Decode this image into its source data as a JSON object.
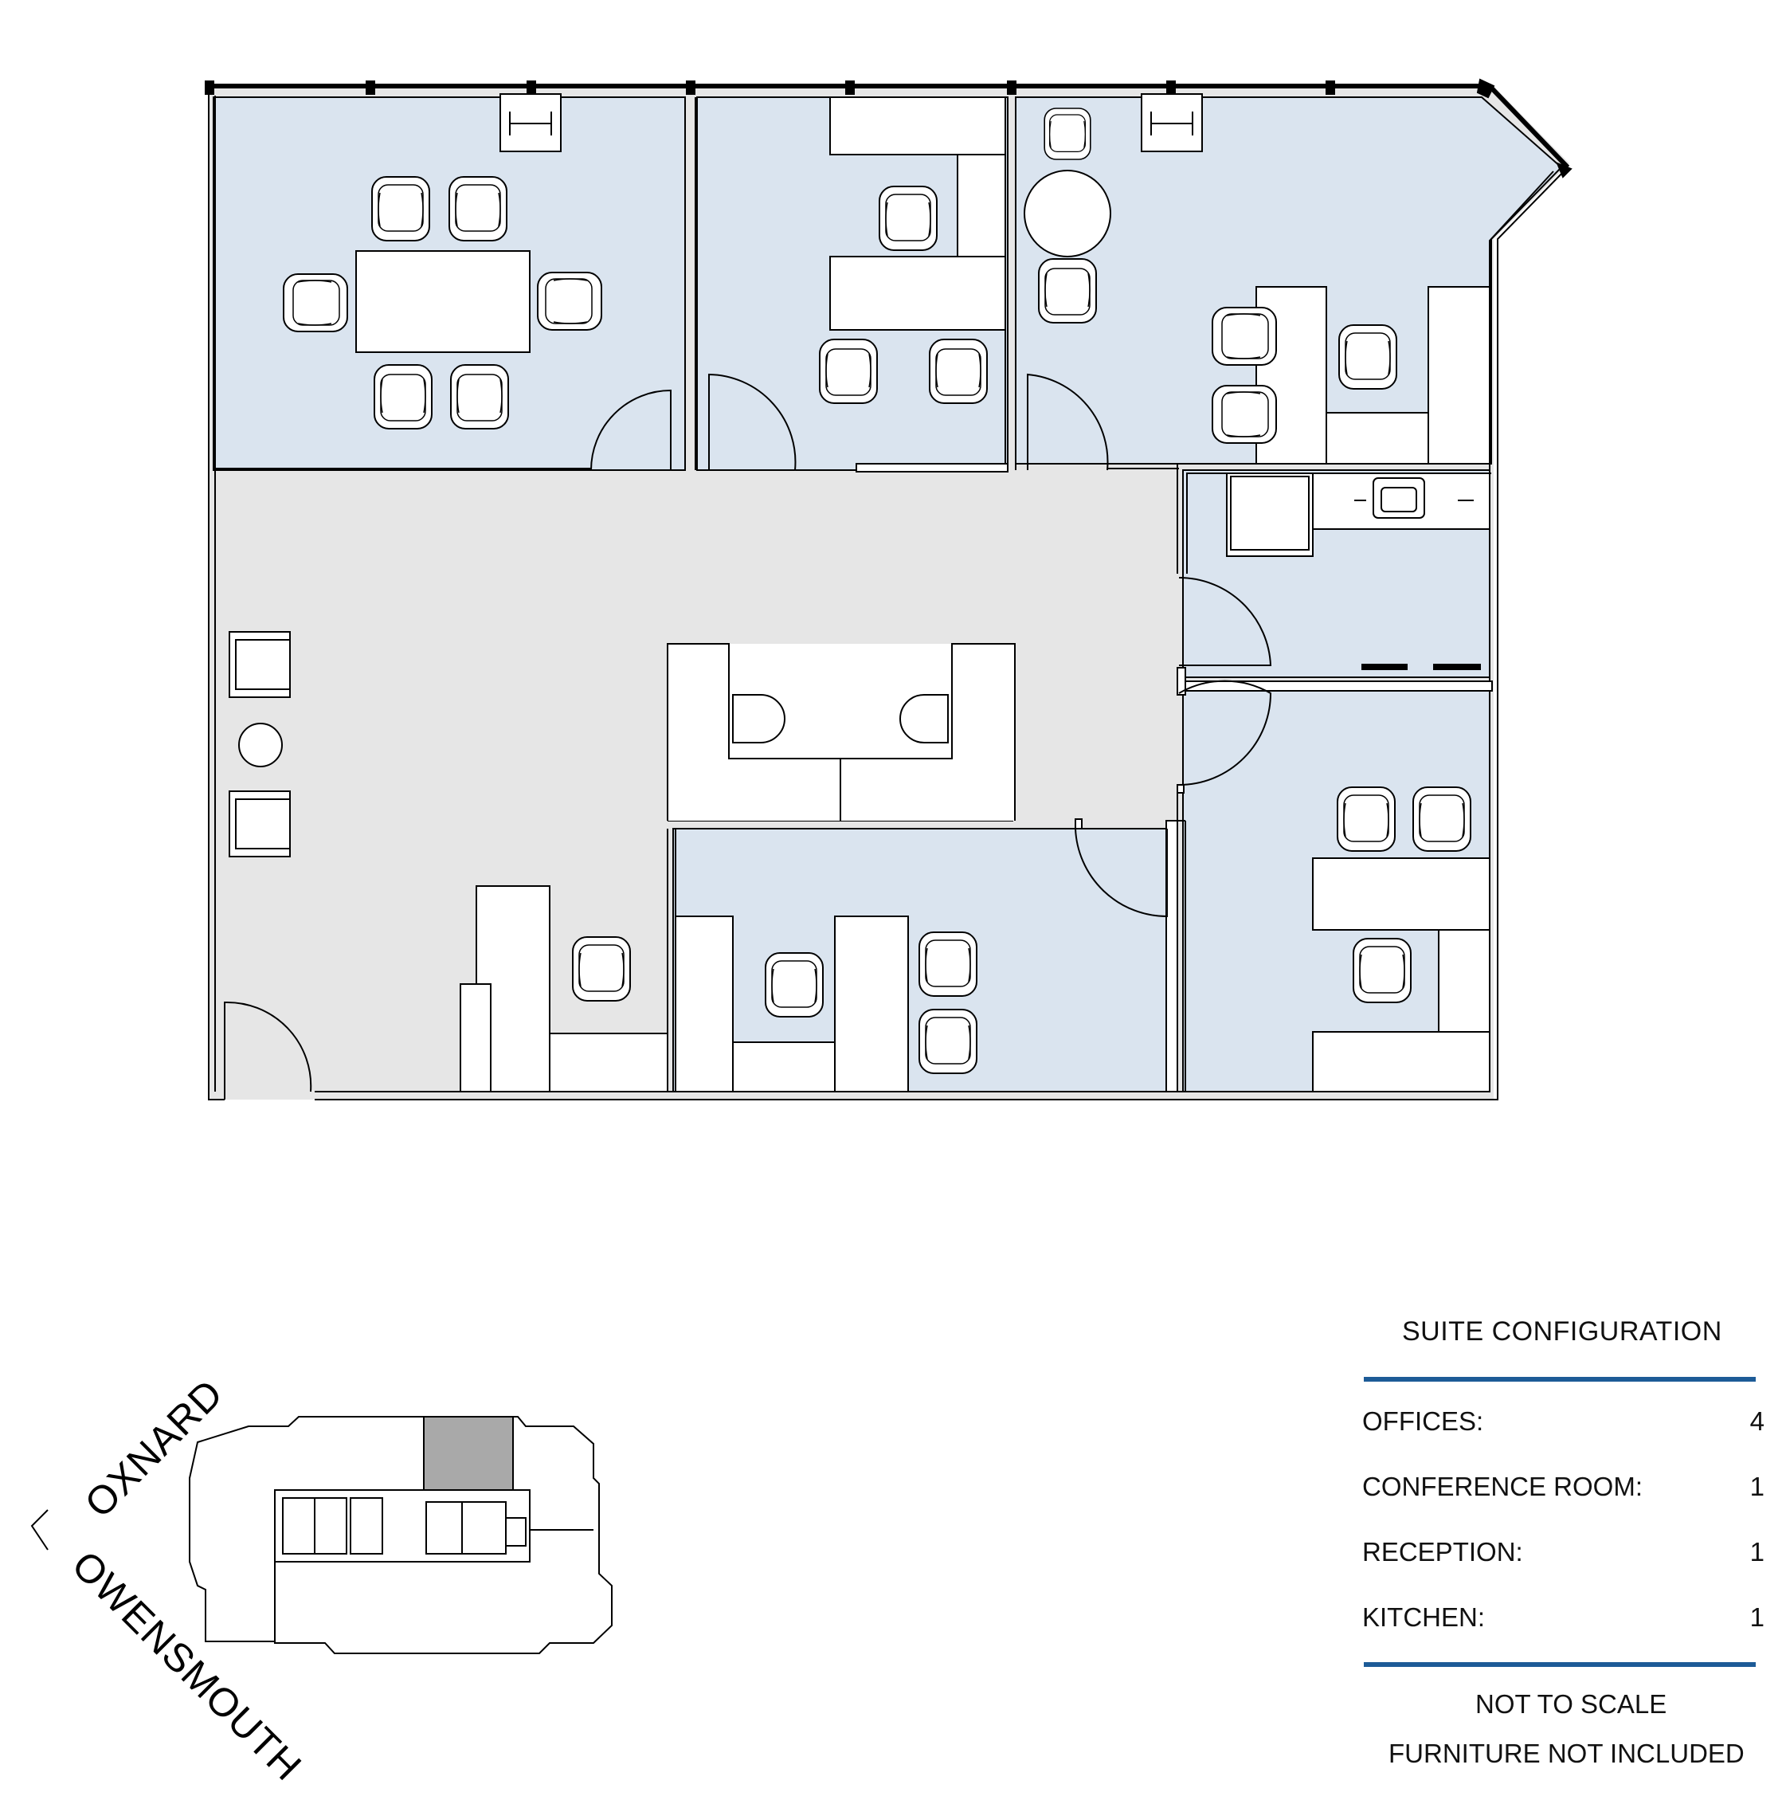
{
  "streets": {
    "north": "OXNARD",
    "south": "OWENSMOUTH"
  },
  "legend": {
    "title": "SUITE CONFIGURATION",
    "rows": [
      {
        "label": "OFFICES:",
        "value": "4"
      },
      {
        "label": "CONFERENCE ROOM:",
        "value": "1"
      },
      {
        "label": "RECEPTION:",
        "value": "1"
      },
      {
        "label": "KITCHEN:",
        "value": "1"
      }
    ],
    "note_scale": "NOT TO SCALE",
    "note_furniture": "FURNITURE NOT INCLUDED",
    "rule_color": "#1d5b97"
  },
  "colors": {
    "room_fill": "#dae4ef",
    "corridor_fill": "#e6e6e6",
    "suite_highlight": "#a9a9a9"
  }
}
